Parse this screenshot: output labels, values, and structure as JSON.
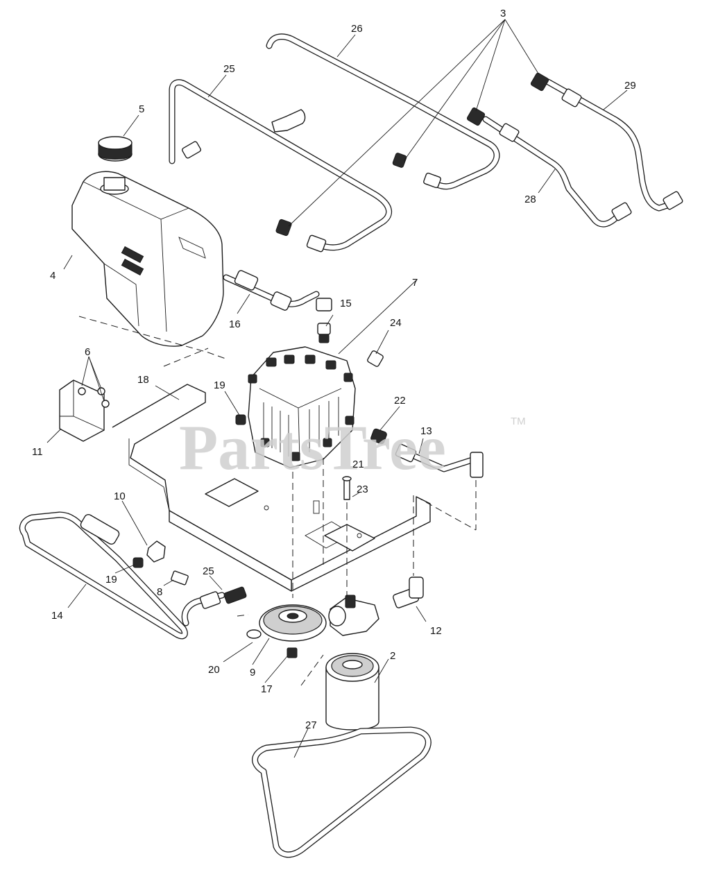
{
  "watermark": {
    "brand": "PartsTree",
    "trademark": "TM"
  },
  "callouts": [
    {
      "id": "c2",
      "label": "2"
    },
    {
      "id": "c3",
      "label": "3"
    },
    {
      "id": "c4",
      "label": "4"
    },
    {
      "id": "c5",
      "label": "5"
    },
    {
      "id": "c6",
      "label": "6"
    },
    {
      "id": "c7",
      "label": "7"
    },
    {
      "id": "c8",
      "label": "8"
    },
    {
      "id": "c9",
      "label": "9"
    },
    {
      "id": "c10",
      "label": "10"
    },
    {
      "id": "c11",
      "label": "11"
    },
    {
      "id": "c12",
      "label": "12"
    },
    {
      "id": "c13",
      "label": "13"
    },
    {
      "id": "c14",
      "label": "14"
    },
    {
      "id": "c15",
      "label": "15"
    },
    {
      "id": "c16",
      "label": "16"
    },
    {
      "id": "c17",
      "label": "17"
    },
    {
      "id": "c18",
      "label": "18"
    },
    {
      "id": "c19a",
      "label": "19"
    },
    {
      "id": "c19b",
      "label": "19"
    },
    {
      "id": "c20",
      "label": "20"
    },
    {
      "id": "c21",
      "label": "21"
    },
    {
      "id": "c22",
      "label": "22"
    },
    {
      "id": "c23",
      "label": "23"
    },
    {
      "id": "c24",
      "label": "24"
    },
    {
      "id": "c25a",
      "label": "25"
    },
    {
      "id": "c25b",
      "label": "25"
    },
    {
      "id": "c26",
      "label": "26"
    },
    {
      "id": "c27",
      "label": "27"
    },
    {
      "id": "c28",
      "label": "28"
    },
    {
      "id": "c29",
      "label": "29"
    }
  ]
}
